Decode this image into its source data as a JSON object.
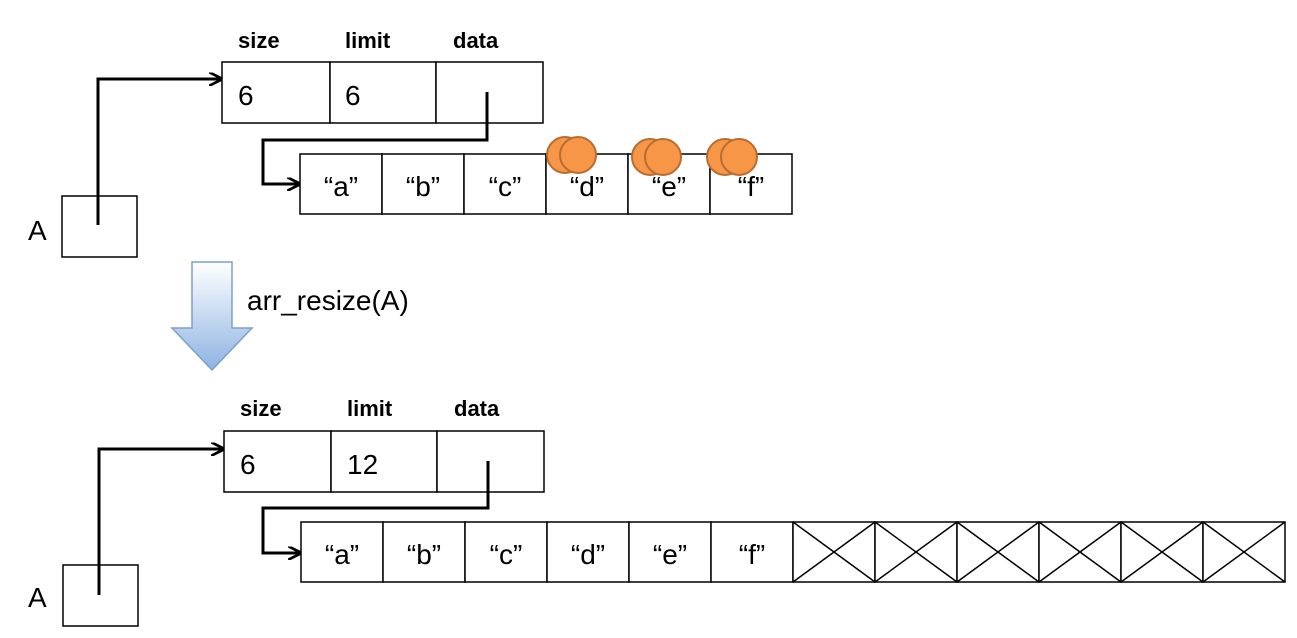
{
  "top": {
    "variable_label": "A",
    "struct_headers": {
      "size": "size",
      "limit": "limit",
      "data": "data"
    },
    "struct_values": {
      "size": "6",
      "limit": "6"
    },
    "array_cells": [
      "“a”",
      "“b”",
      "“c”",
      "“d”",
      "“e”",
      "“f”"
    ],
    "coin_markers": 3
  },
  "operation_label": "arr_resize(A)",
  "bottom": {
    "variable_label": "A",
    "struct_headers": {
      "size": "size",
      "limit": "limit",
      "data": "data"
    },
    "struct_values": {
      "size": "6",
      "limit": "12"
    },
    "array_cells": [
      "“a”",
      "“b”",
      "“c”",
      "“d”",
      "“e”",
      "“f”"
    ],
    "empty_cells": 6
  },
  "colors": {
    "coin_fill": "#F79646",
    "coin_stroke": "#B66D31",
    "down_arrow_top": "#FFFFFF",
    "down_arrow_bottom": "#8DB3E2",
    "down_arrow_stroke": "#7F9FCC"
  }
}
